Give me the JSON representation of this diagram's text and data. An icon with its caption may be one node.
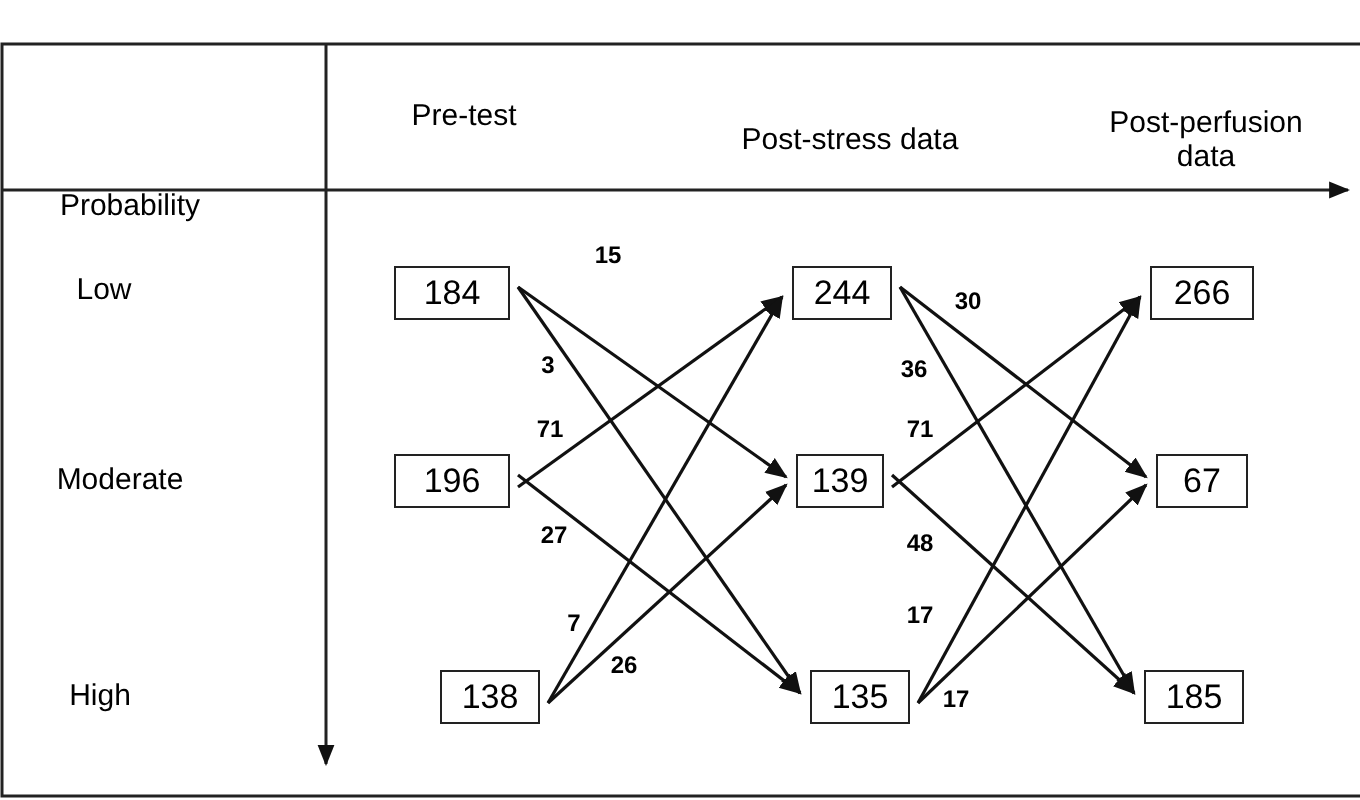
{
  "diagram": {
    "nodes": [
      {
        "text": [
          "184"
        ]
      },
      {
        "text": [
          "244"
        ]
      },
      {
        "text": [
          "266"
        ]
      },
      {
        "text": [
          "196"
        ]
      },
      {
        "text": [
          "139"
        ]
      },
      {
        "text": [
          "67"
        ]
      },
      {
        "text": [
          "138"
        ]
      },
      {
        "text": [
          "135"
        ]
      },
      {
        "text": [
          "185"
        ]
      }
    ],
    "edges": [
      {
        "from": 0,
        "to": 4,
        "arrow": "to",
        "label": "15"
      },
      {
        "from": 0,
        "to": 7,
        "arrow": "to",
        "label": "3"
      },
      {
        "from": 3,
        "to": 1,
        "arrow": "to",
        "label": "71"
      },
      {
        "from": 3,
        "to": 7,
        "arrow": "to",
        "label": "27"
      },
      {
        "from": 6,
        "to": 1,
        "arrow": "to",
        "label": "7"
      },
      {
        "from": 6,
        "to": 4,
        "arrow": "to",
        "label": "26"
      },
      {
        "from": 1,
        "to": 5,
        "arrow": "to",
        "label": "30"
      },
      {
        "from": 1,
        "to": 8,
        "arrow": "to",
        "label": "36"
      },
      {
        "from": 4,
        "to": 2,
        "arrow": "to",
        "label": "71"
      },
      {
        "from": 4,
        "to": 8,
        "arrow": "to",
        "label": "48"
      },
      {
        "from": 7,
        "to": 2,
        "arrow": "to",
        "label": "17"
      },
      {
        "from": 7,
        "to": 5,
        "arrow": "to",
        "label": "17"
      }
    ],
    "labels": [
      "Probability",
      "Pre-test",
      "Post-stress data",
      "Post-perfusion data",
      "Low",
      "Moderate",
      "High"
    ]
  }
}
